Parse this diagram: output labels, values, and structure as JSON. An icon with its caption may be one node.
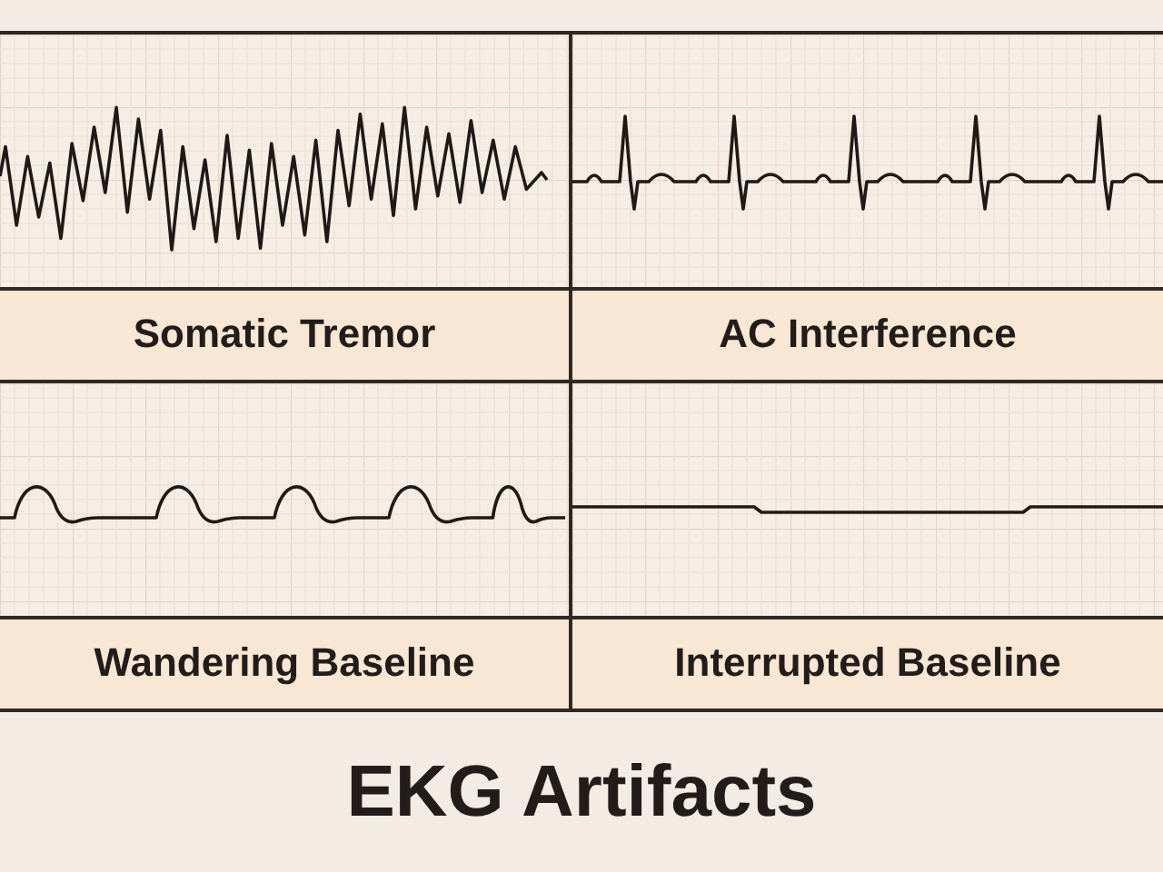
{
  "diagram": {
    "title": "EKG Artifacts",
    "nodes": [
      {
        "text": [
          "Somatic Tremor"
        ]
      },
      {
        "text": [
          "AC Interference"
        ]
      },
      {
        "text": [
          "Wandering Baseline"
        ]
      },
      {
        "text": [
          "Interrupted Baseline"
        ]
      }
    ]
  }
}
